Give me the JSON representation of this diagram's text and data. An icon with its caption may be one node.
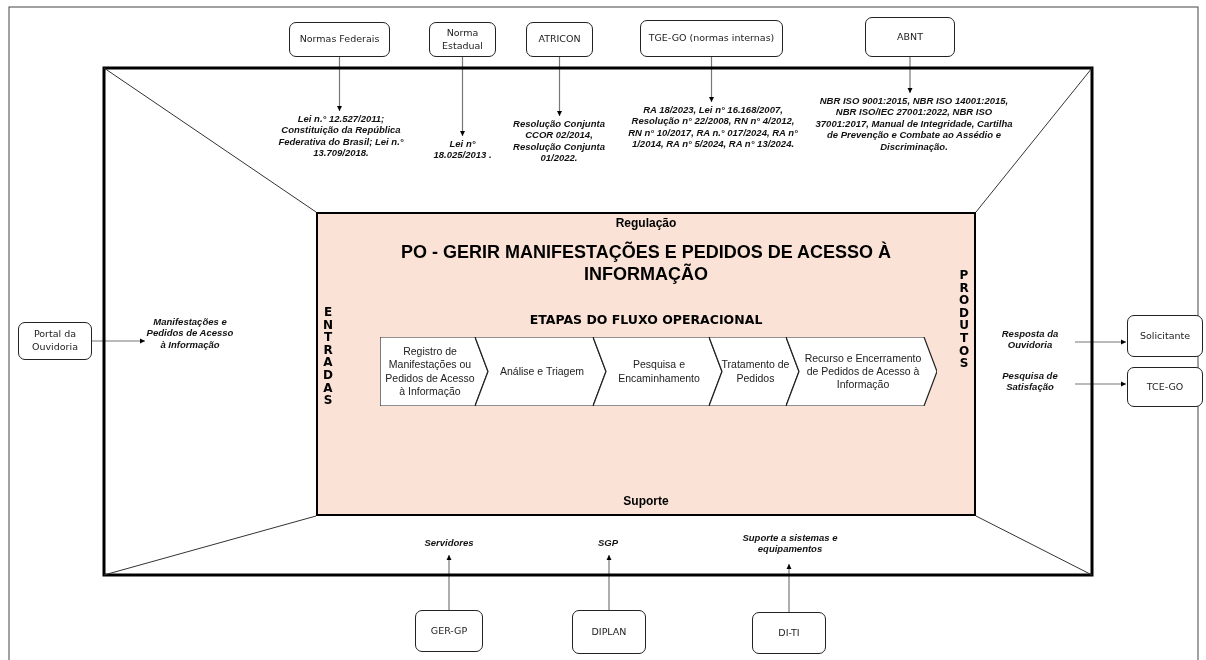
{
  "diagram": {
    "nodes": [
      {
        "text": [
          "Regulação",
          "PO - GERIR MANIFESTAÇÕES E PEDIDOS DE ACESSO À INFORMAÇÃO",
          "ETAPAS DO FLUXO OPERACIONAL",
          "ENTRADAS",
          "PRODUTOS",
          "Suporte"
        ]
      },
      {
        "text": [
          "Registro de Manifestações ou Pedidos de Acesso à Informação"
        ],
        "in": 0
      },
      {
        "text": [
          "Análise e Triagem"
        ],
        "in": 0
      },
      {
        "text": [
          "Pesquisa e Encaminhamento"
        ],
        "in": 0
      },
      {
        "text": [
          "Tratamento de Pedidos"
        ],
        "in": 0
      },
      {
        "text": [
          "Recurso e Encerramento de Pedidos de Acesso à Informação"
        ],
        "in": 0
      },
      {
        "text": [
          "Normas Federais"
        ]
      },
      {
        "text": [
          "Lei n.° 12.527/2011; Constituição da República Federativa do Brasil; Lei n.° 13.709/2018."
        ]
      },
      {
        "text": [
          "Norma Estadual"
        ]
      },
      {
        "text": [
          "Lei n° 18.025/2013 ."
        ]
      },
      {
        "text": [
          "ATRICON"
        ]
      },
      {
        "text": [
          "Resolução Conjunta CCOR 02/2014, Resolução Conjunta 01/2022."
        ]
      },
      {
        "text": [
          "TGE-GO (normas internas)"
        ]
      },
      {
        "text": [
          "RA 18/2023, Lei n° 16.168/2007, Resolução n° 22/2008, RN n° 4/2012, RN n° 10/2017, RA n.° 017/2024, RA n° 1/2014, RA n° 5/2024, RA n° 13/2024."
        ]
      },
      {
        "text": [
          "ABNT"
        ]
      },
      {
        "text": [
          "NBR ISO 9001:2015, NBR ISO 14001:2015, NBR ISO/IEC 27001:2022, NBR ISO 37001:2017, Manual de Integridade, Cartilha de Prevenção e Combate ao Assédio e Discriminação."
        ]
      },
      {
        "text": [
          "Portal da Ouvidoria"
        ]
      },
      {
        "text": [
          "Manifestações e Pedidos de Acesso à Informação"
        ]
      },
      {
        "text": [
          "Resposta da Ouvidoria"
        ]
      },
      {
        "text": [
          "Solicitante"
        ]
      },
      {
        "text": [
          "Pesquisa de Satisfação"
        ]
      },
      {
        "text": [
          "TCE-GO"
        ]
      },
      {
        "text": [
          "Servidores"
        ]
      },
      {
        "text": [
          "GER-GP"
        ]
      },
      {
        "text": [
          "SGP"
        ]
      },
      {
        "text": [
          "DIPLAN"
        ]
      },
      {
        "text": [
          "Suporte a sistemas e equipamentos"
        ]
      },
      {
        "text": [
          "DI-TI"
        ]
      }
    ],
    "edges": [
      {
        "from": 6,
        "to": 7,
        "arrow": "to"
      },
      {
        "from": 8,
        "to": 9,
        "arrow": "to"
      },
      {
        "from": 10,
        "to": 11,
        "arrow": "to"
      },
      {
        "from": 12,
        "to": 13,
        "arrow": "to"
      },
      {
        "from": 14,
        "to": 15,
        "arrow": "to"
      },
      {
        "from": 16,
        "to": 17,
        "arrow": "to"
      },
      {
        "from": 18,
        "to": 19,
        "arrow": "to"
      },
      {
        "from": 20,
        "to": 21,
        "arrow": "to"
      },
      {
        "from": 23,
        "to": 22,
        "arrow": "to"
      },
      {
        "from": 25,
        "to": 24,
        "arrow": "to"
      },
      {
        "from": 27,
        "to": 26,
        "arrow": "to"
      }
    ]
  }
}
